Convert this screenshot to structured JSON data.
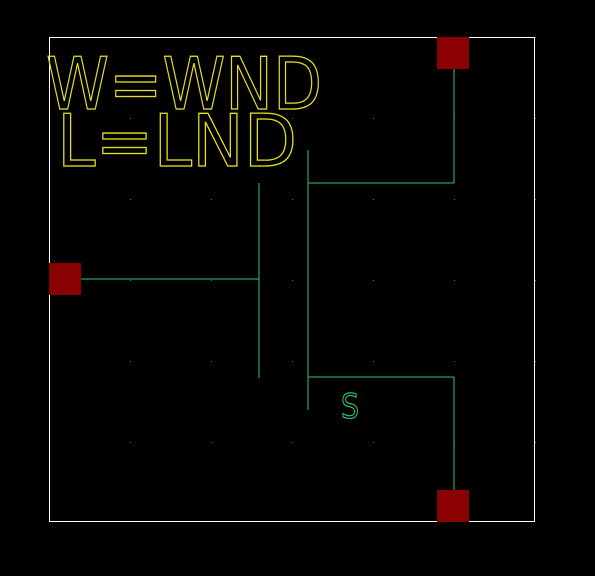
{
  "schematic": {
    "params": {
      "width": "W=WND",
      "length": "L=LND"
    },
    "pin_label": "S",
    "colors": {
      "background": "#000000",
      "frame": "#ffffff",
      "param_text": "#e6e01e",
      "wire": "#23a46a",
      "pin_label": "#2dcc6a",
      "pin": "#8b0000",
      "grid_dot": "#6b6b6b"
    }
  }
}
